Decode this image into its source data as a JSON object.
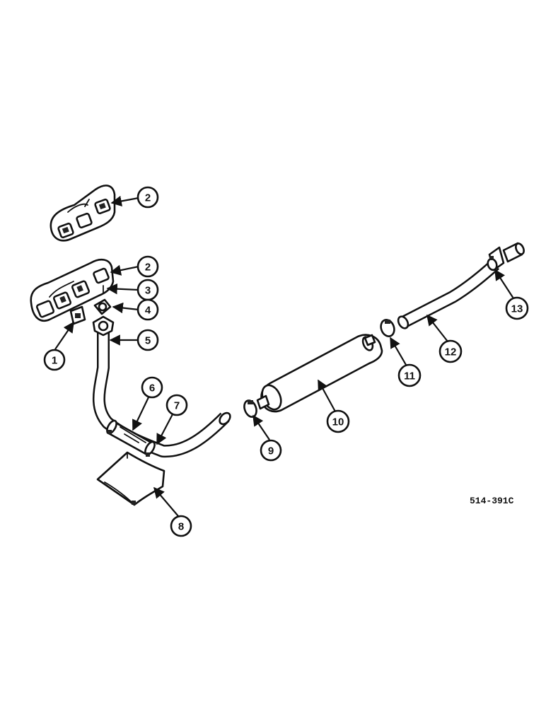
{
  "diagram": {
    "figure_code": "514-391C",
    "callouts": [
      {
        "id": "callout-2-upper",
        "label": "2"
      },
      {
        "id": "callout-2-lower",
        "label": "2"
      },
      {
        "id": "callout-3",
        "label": "3"
      },
      {
        "id": "callout-4",
        "label": "4"
      },
      {
        "id": "callout-1",
        "label": "1"
      },
      {
        "id": "callout-5",
        "label": "5"
      },
      {
        "id": "callout-6",
        "label": "6"
      },
      {
        "id": "callout-7",
        "label": "7"
      },
      {
        "id": "callout-8",
        "label": "8"
      },
      {
        "id": "callout-9",
        "label": "9"
      },
      {
        "id": "callout-10",
        "label": "10"
      },
      {
        "id": "callout-11",
        "label": "11"
      },
      {
        "id": "callout-12",
        "label": "12"
      },
      {
        "id": "callout-13",
        "label": "13"
      }
    ]
  }
}
